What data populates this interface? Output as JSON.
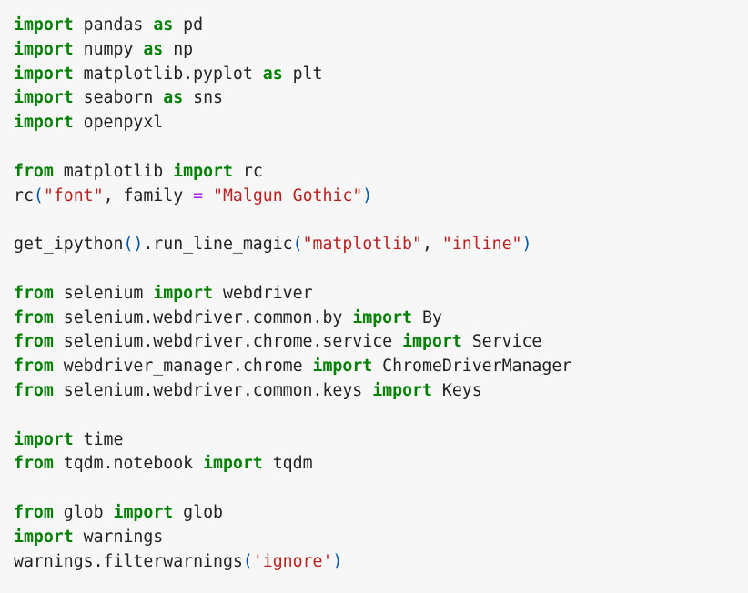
{
  "code": {
    "lines": [
      [
        {
          "t": "kw",
          "v": "import"
        },
        {
          "t": "plain",
          "v": " pandas "
        },
        {
          "t": "kw",
          "v": "as"
        },
        {
          "t": "plain",
          "v": " pd"
        }
      ],
      [
        {
          "t": "kw",
          "v": "import"
        },
        {
          "t": "plain",
          "v": " numpy "
        },
        {
          "t": "kw",
          "v": "as"
        },
        {
          "t": "plain",
          "v": " np"
        }
      ],
      [
        {
          "t": "kw",
          "v": "import"
        },
        {
          "t": "plain",
          "v": " matplotlib.pyplot "
        },
        {
          "t": "kw",
          "v": "as"
        },
        {
          "t": "plain",
          "v": " plt"
        }
      ],
      [
        {
          "t": "kw",
          "v": "import"
        },
        {
          "t": "plain",
          "v": " seaborn "
        },
        {
          "t": "kw",
          "v": "as"
        },
        {
          "t": "plain",
          "v": " sns"
        }
      ],
      [
        {
          "t": "kw",
          "v": "import"
        },
        {
          "t": "plain",
          "v": " openpyxl"
        }
      ],
      [],
      [
        {
          "t": "kw",
          "v": "from"
        },
        {
          "t": "plain",
          "v": " matplotlib "
        },
        {
          "t": "kw",
          "v": "import"
        },
        {
          "t": "plain",
          "v": " rc"
        }
      ],
      [
        {
          "t": "plain",
          "v": "rc"
        },
        {
          "t": "paren",
          "v": "("
        },
        {
          "t": "str",
          "v": "\"font\""
        },
        {
          "t": "plain",
          "v": ", family "
        },
        {
          "t": "op",
          "v": "="
        },
        {
          "t": "plain",
          "v": " "
        },
        {
          "t": "str",
          "v": "\"Malgun Gothic\""
        },
        {
          "t": "paren",
          "v": ")"
        }
      ],
      [],
      [
        {
          "t": "plain",
          "v": "get_ipython"
        },
        {
          "t": "paren",
          "v": "()"
        },
        {
          "t": "plain",
          "v": ".run_line_magic"
        },
        {
          "t": "paren",
          "v": "("
        },
        {
          "t": "str",
          "v": "\"matplotlib\""
        },
        {
          "t": "plain",
          "v": ", "
        },
        {
          "t": "str",
          "v": "\"inline\""
        },
        {
          "t": "paren",
          "v": ")"
        }
      ],
      [],
      [
        {
          "t": "kw",
          "v": "from"
        },
        {
          "t": "plain",
          "v": " selenium "
        },
        {
          "t": "kw",
          "v": "import"
        },
        {
          "t": "plain",
          "v": " webdriver"
        }
      ],
      [
        {
          "t": "kw",
          "v": "from"
        },
        {
          "t": "plain",
          "v": " selenium.webdriver.common.by "
        },
        {
          "t": "kw",
          "v": "import"
        },
        {
          "t": "plain",
          "v": " By"
        }
      ],
      [
        {
          "t": "kw",
          "v": "from"
        },
        {
          "t": "plain",
          "v": " selenium.webdriver.chrome.service "
        },
        {
          "t": "kw",
          "v": "import"
        },
        {
          "t": "plain",
          "v": " Service"
        }
      ],
      [
        {
          "t": "kw",
          "v": "from"
        },
        {
          "t": "plain",
          "v": " webdriver_manager.chrome "
        },
        {
          "t": "kw",
          "v": "import"
        },
        {
          "t": "plain",
          "v": " ChromeDriverManager"
        }
      ],
      [
        {
          "t": "kw",
          "v": "from"
        },
        {
          "t": "plain",
          "v": " selenium.webdriver.common.keys "
        },
        {
          "t": "kw",
          "v": "import"
        },
        {
          "t": "plain",
          "v": " Keys"
        }
      ],
      [],
      [
        {
          "t": "kw",
          "v": "import"
        },
        {
          "t": "plain",
          "v": " time"
        }
      ],
      [
        {
          "t": "kw",
          "v": "from"
        },
        {
          "t": "plain",
          "v": " tqdm.notebook "
        },
        {
          "t": "kw",
          "v": "import"
        },
        {
          "t": "plain",
          "v": " tqdm"
        }
      ],
      [],
      [
        {
          "t": "kw",
          "v": "from"
        },
        {
          "t": "plain",
          "v": " glob "
        },
        {
          "t": "kw",
          "v": "import"
        },
        {
          "t": "plain",
          "v": " glob"
        }
      ],
      [
        {
          "t": "kw",
          "v": "import"
        },
        {
          "t": "plain",
          "v": " warnings"
        }
      ],
      [
        {
          "t": "plain",
          "v": "warnings.filterwarnings"
        },
        {
          "t": "paren",
          "v": "("
        },
        {
          "t": "str",
          "v": "'ignore'"
        },
        {
          "t": "paren",
          "v": ")"
        }
      ]
    ]
  }
}
